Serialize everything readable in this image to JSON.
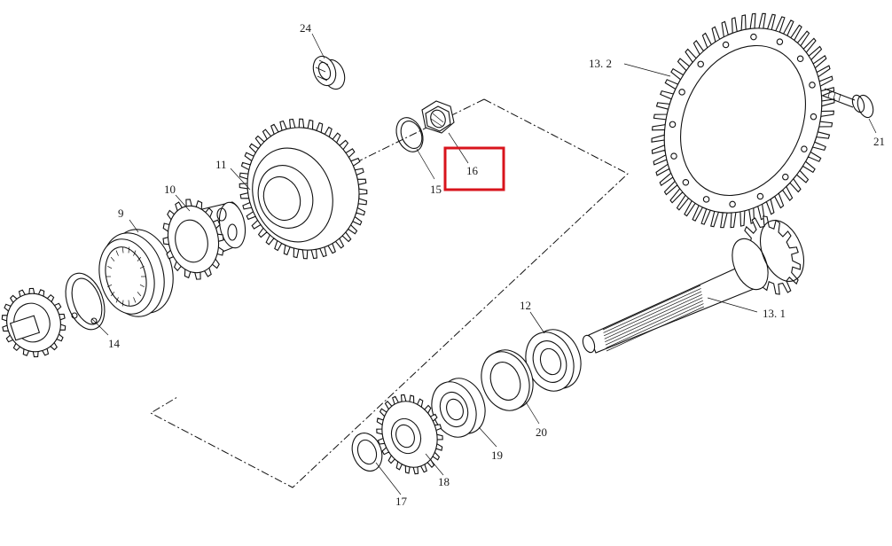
{
  "diagram": {
    "labels": {
      "p9": "9",
      "p10": "10",
      "p11": "11",
      "p12": "12",
      "p13_1": "13. 1",
      "p13_2": "13. 2",
      "p14": "14",
      "p15": "15",
      "p16": "16",
      "p17": "17",
      "p18": "18",
      "p19": "19",
      "p20": "20",
      "p21": "21",
      "p24": "24"
    },
    "highlighted_part": "16",
    "highlight_color": "#d8141c"
  }
}
